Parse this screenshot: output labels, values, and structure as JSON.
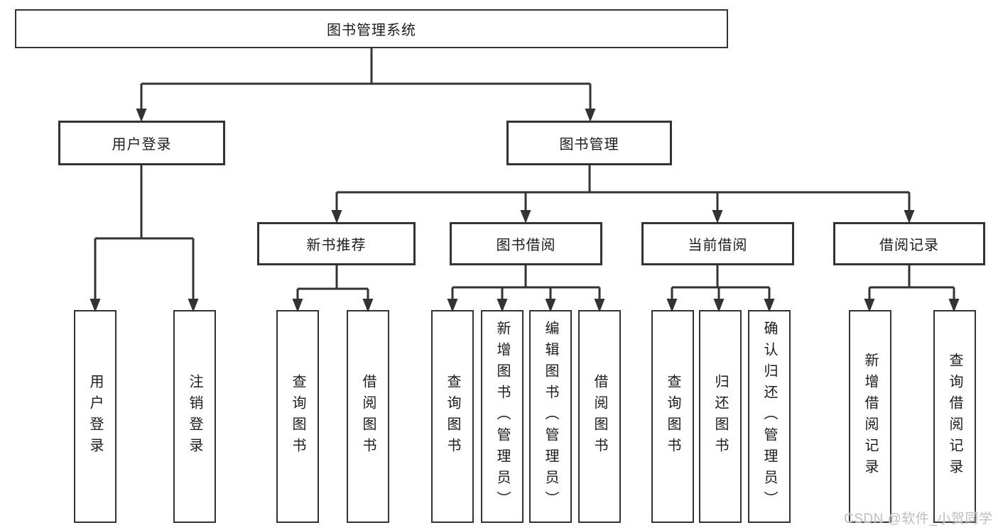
{
  "diagram": {
    "root": {
      "label": "图书管理系统"
    },
    "level2": [
      {
        "label": "用户登录",
        "children": [
          "用户登录",
          "注销登录"
        ]
      },
      {
        "label": "图书管理",
        "children": [
          {
            "label": "新书推荐",
            "children": [
              "查询图书",
              "借阅图书"
            ]
          },
          {
            "label": "图书借阅",
            "children": [
              "查询图书",
              "新增图书（管理员）",
              "编辑图书（管理员）",
              "借阅图书"
            ]
          },
          {
            "label": "当前借阅",
            "children": [
              "查询图书",
              "归还图书",
              "确认归还（管理员）"
            ]
          },
          {
            "label": "借阅记录",
            "children": [
              "新增借阅记录",
              "查询借阅记录"
            ]
          }
        ]
      }
    ]
  },
  "watermark": {
    "text": "CSDN @软件_小贺同学"
  }
}
